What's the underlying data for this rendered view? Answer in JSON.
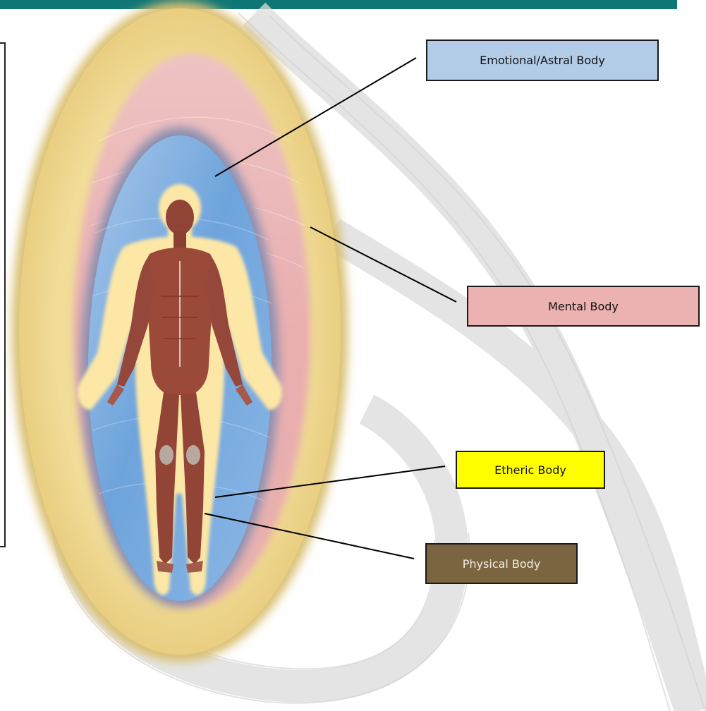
{
  "labels": {
    "emotional": "Emotional/Astral Body",
    "mental": "Mental Body",
    "etheric": "Etheric Body",
    "physical": "Physical Body"
  },
  "colors": {
    "header_bar": "#0f7676",
    "emotional_fill": "#b2cce8",
    "mental_fill": "#ecb1b1",
    "etheric_fill": "#ffff00",
    "physical_fill": "#7a6540",
    "outer_aura": "#f0d98f",
    "mental_aura": "#e9b4b6",
    "astral_aura": "#7fb0e2",
    "etheric_glow": "#fde7a6",
    "muscle": "#9b4a3a"
  },
  "icons": {
    "figure": "human-muscle-figure"
  }
}
